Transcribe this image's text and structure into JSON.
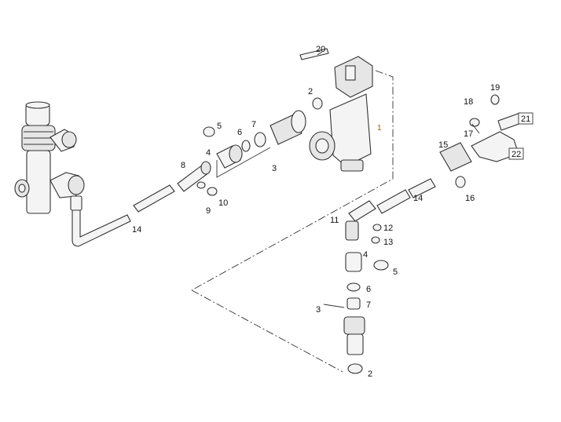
{
  "diagram": {
    "callouts": [
      {
        "id": "c20",
        "text": "20"
      },
      {
        "id": "c2a",
        "text": "2"
      },
      {
        "id": "c1",
        "text": "1"
      },
      {
        "id": "c5a",
        "text": "5"
      },
      {
        "id": "c6a",
        "text": "6"
      },
      {
        "id": "c7a",
        "text": "7"
      },
      {
        "id": "c4a",
        "text": "4"
      },
      {
        "id": "c8",
        "text": "8"
      },
      {
        "id": "c3a",
        "text": "3"
      },
      {
        "id": "c9",
        "text": "9"
      },
      {
        "id": "c10",
        "text": "10"
      },
      {
        "id": "c14a",
        "text": "14"
      },
      {
        "id": "c19",
        "text": "19"
      },
      {
        "id": "c18",
        "text": "18"
      },
      {
        "id": "c17",
        "text": "17"
      },
      {
        "id": "c15",
        "text": "15"
      },
      {
        "id": "c21",
        "text": "21"
      },
      {
        "id": "c22",
        "text": "22"
      },
      {
        "id": "c16",
        "text": "16"
      },
      {
        "id": "c14b",
        "text": "14"
      },
      {
        "id": "c11",
        "text": "11"
      },
      {
        "id": "c12",
        "text": "12"
      },
      {
        "id": "c13",
        "text": "13"
      },
      {
        "id": "c4b",
        "text": "4"
      },
      {
        "id": "c5b",
        "text": "5"
      },
      {
        "id": "c6b",
        "text": "6"
      },
      {
        "id": "c7b",
        "text": "7"
      },
      {
        "id": "c3b",
        "text": "3"
      },
      {
        "id": "c2b",
        "text": "2"
      }
    ]
  }
}
